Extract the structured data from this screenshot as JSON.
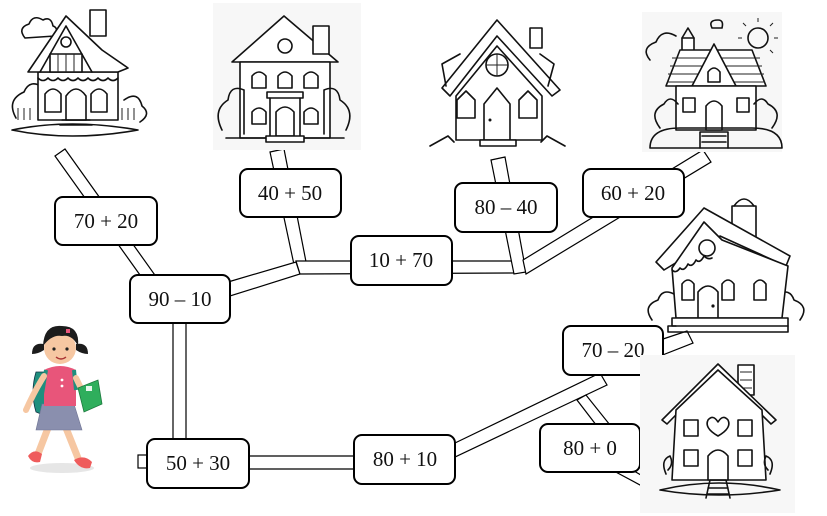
{
  "title": "Math path puzzle: help the girl reach the right house",
  "start": {
    "character": "girl-with-backpack-and-book",
    "start_equation": "50 + 30"
  },
  "equations": [
    {
      "id": "e1",
      "text": "70 + 20"
    },
    {
      "id": "e2",
      "text": "40 + 50"
    },
    {
      "id": "e3",
      "text": "90 – 10"
    },
    {
      "id": "e4",
      "text": "10 + 70"
    },
    {
      "id": "e5",
      "text": "80 – 40"
    },
    {
      "id": "e6",
      "text": "60 + 20"
    },
    {
      "id": "e7",
      "text": "50 + 30"
    },
    {
      "id": "e8",
      "text": "80 + 10"
    },
    {
      "id": "e9",
      "text": "70 – 20"
    },
    {
      "id": "e10",
      "text": "80 + 0"
    }
  ],
  "houses": [
    {
      "id": "h1",
      "style": "cottage-with-fence"
    },
    {
      "id": "h2",
      "style": "two-storey-with-trees"
    },
    {
      "id": "h3",
      "style": "gothic-cottage"
    },
    {
      "id": "h4",
      "style": "house-with-sun"
    },
    {
      "id": "h5",
      "style": "gingerbread-house"
    },
    {
      "id": "h6",
      "style": "heart-house"
    }
  ],
  "colors": {
    "line": "#000000",
    "background": "#ffffff",
    "girl_shirt": "#e8557a",
    "girl_skirt": "#8a8fae",
    "backpack": "#1f8f7e",
    "book": "#2fae5c",
    "shoes": "#ef5c5c",
    "hair": "#1c1c1c",
    "skin": "#f6c7a2"
  }
}
